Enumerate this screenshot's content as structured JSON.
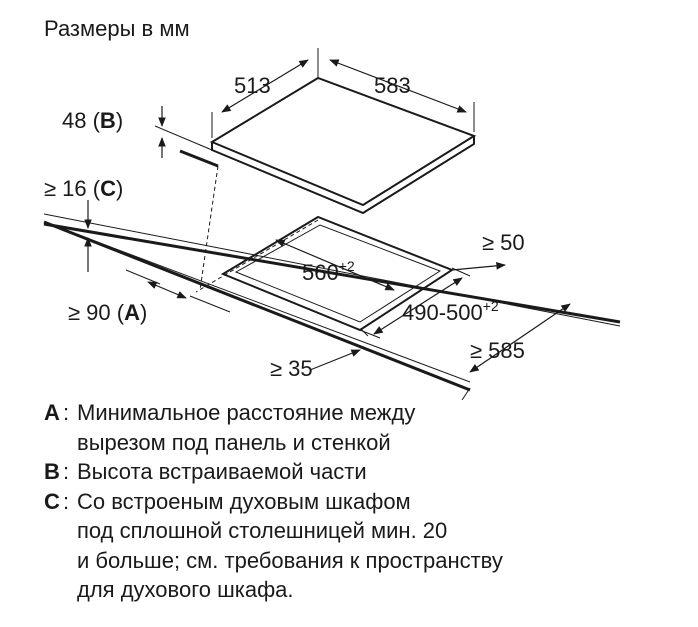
{
  "title": "Размеры в мм",
  "dimensions": {
    "hob_depth": "513",
    "hob_width": "583",
    "b_prefix": "48 (",
    "b_key": "B",
    "b_suffix": ")",
    "c_prefix": "≥ 16 (",
    "c_key": "C",
    "c_suffix": ")",
    "a_prefix": "≥ 90 (",
    "a_key": "A",
    "a_suffix": ")",
    "back_clearance": "≥ 50",
    "cutout_width": "560",
    "cutout_width_tol": "+2",
    "cutout_depth": "490-500",
    "cutout_depth_tol": "+2",
    "worktop_depth": "≥ 585",
    "front_clearance": "≥ 35"
  },
  "legend": [
    {
      "key": "A",
      "sep": ":",
      "lines": [
        "Минимальное расстояние между",
        "вырезом под панель и стенкой"
      ]
    },
    {
      "key": "B",
      "sep": ":",
      "lines": [
        "Высота встраиваемой части"
      ]
    },
    {
      "key": "C",
      "sep": ":",
      "lines": [
        "Со встроеным духовым шкафом",
        "под сплошной столешницей мин. 20",
        "и больше; см. требования к пространству",
        "для духового шкафа."
      ]
    }
  ]
}
